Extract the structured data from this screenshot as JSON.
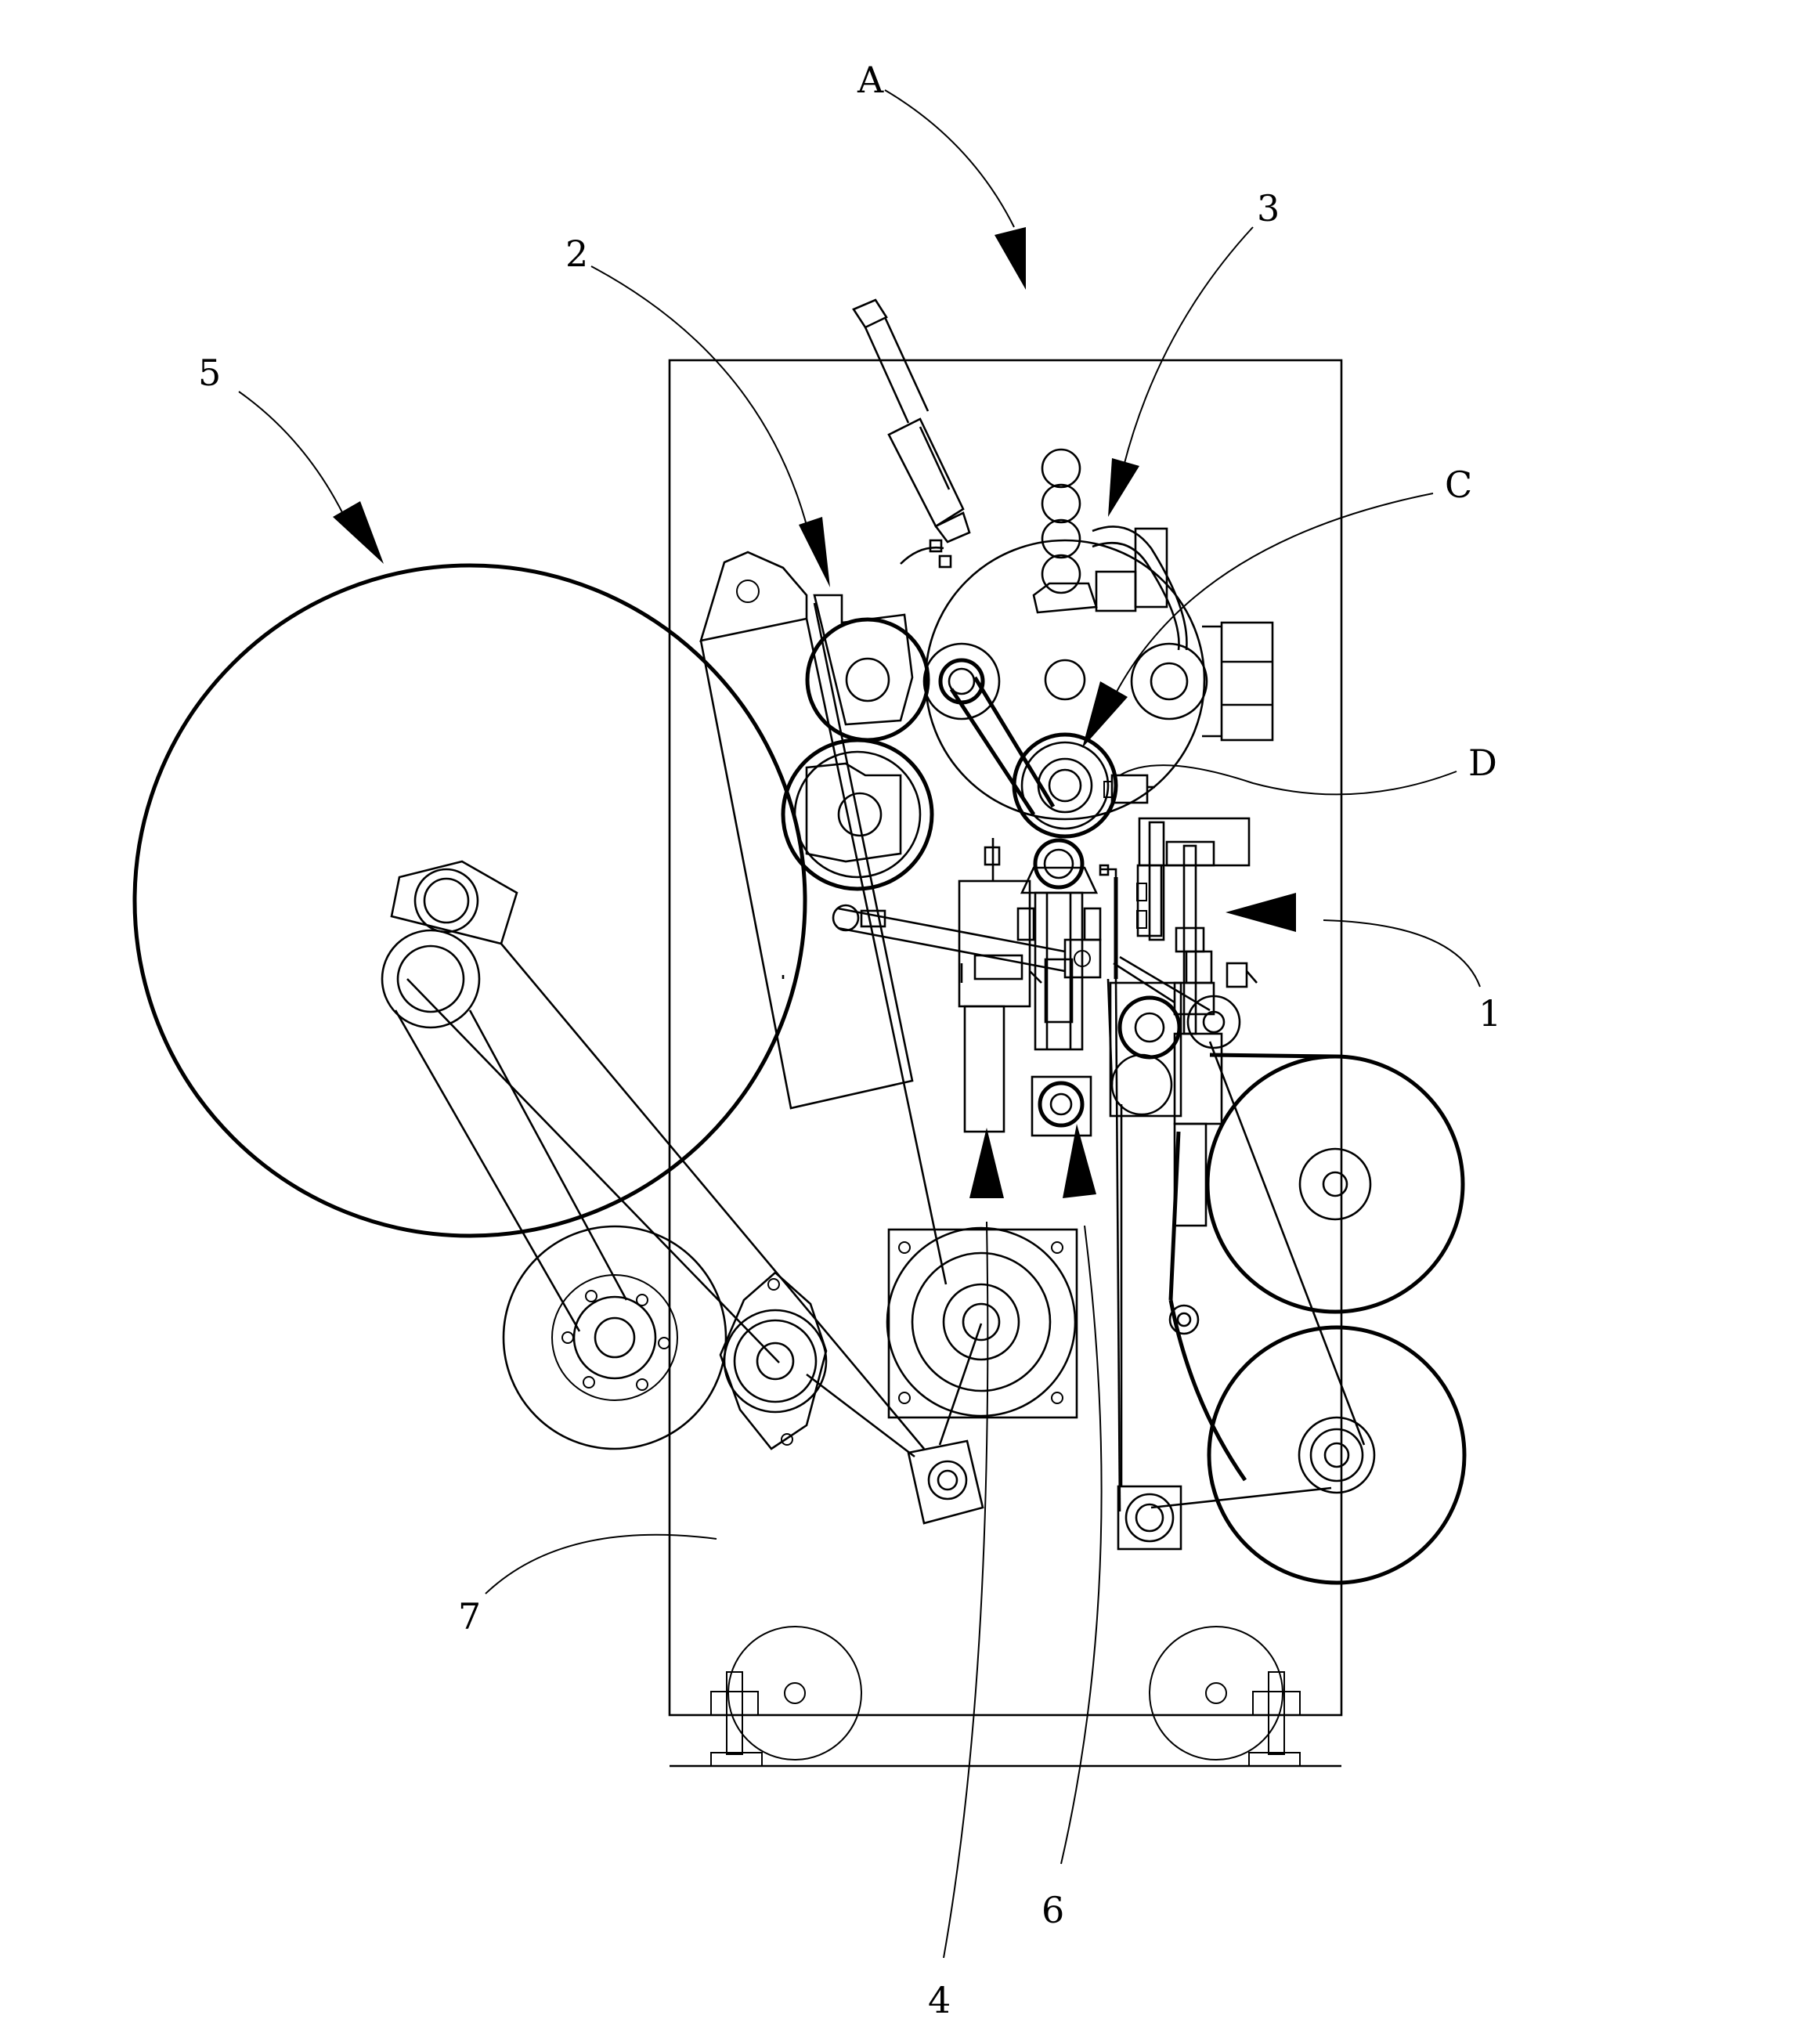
{
  "labels": {
    "a": "A",
    "one": "1",
    "two": "2",
    "three": "3",
    "four": "4",
    "five": "5",
    "six": "6",
    "seven": "7",
    "c": "C",
    "d": "D"
  }
}
